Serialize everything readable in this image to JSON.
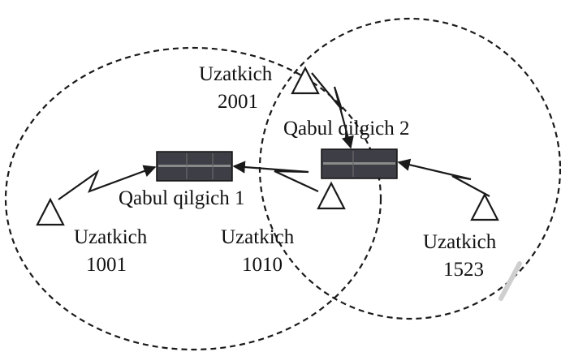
{
  "diagram": {
    "receivers": [
      {
        "id": "receiver-1",
        "label": "Qabul qilgich 1"
      },
      {
        "id": "receiver-2",
        "label": "Qabul qilgich 2"
      }
    ],
    "transmitters": [
      {
        "id": "transmitter-1001",
        "name": "Uzatkich",
        "code": "1001"
      },
      {
        "id": "transmitter-1010",
        "name": "Uzatkich",
        "code": "1010"
      },
      {
        "id": "transmitter-2001",
        "name": "Uzatkich",
        "code": "2001"
      },
      {
        "id": "transmitter-1523",
        "name": "Uzatkich",
        "code": "1523"
      }
    ],
    "colors": {
      "receiver": "#3e3e46",
      "line": "#1a1a1a",
      "background": "#ffffff"
    }
  }
}
